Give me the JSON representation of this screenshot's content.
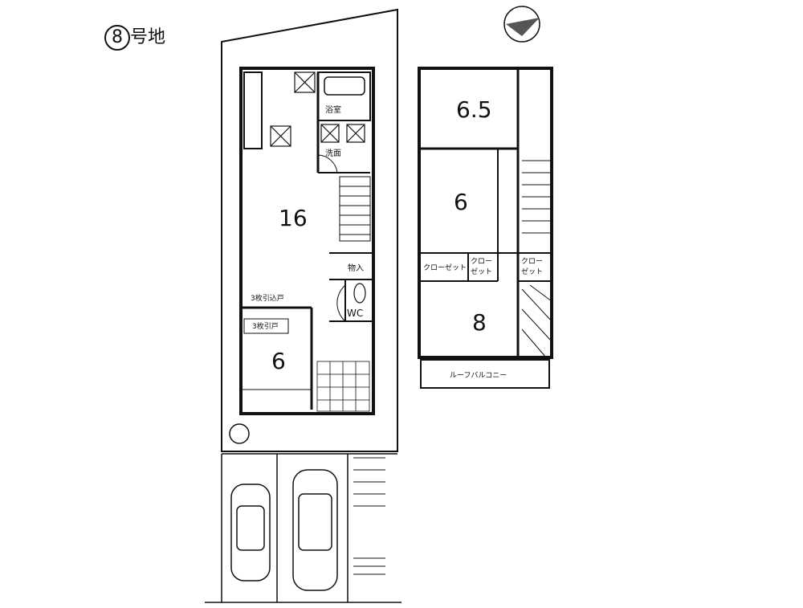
{
  "title": {
    "lot_number": "8",
    "lot_suffix": "号地"
  },
  "first_floor": {
    "ldk": "16",
    "bath": "浴室",
    "washroom": "洗面",
    "storage": "物入",
    "wc": "WC",
    "sliding_door_3": "3枚引込戸",
    "sliding_door_2": "3枚引戸",
    "japanese_room": "6"
  },
  "second_floor": {
    "room_a": "6.5",
    "room_b": "6",
    "room_c": "8",
    "closet": "クローゼット",
    "closet_short": "クロー\nゼット",
    "balcony": "ルーフバルコニー"
  },
  "compass": {
    "icon": "north-arrow-icon"
  }
}
